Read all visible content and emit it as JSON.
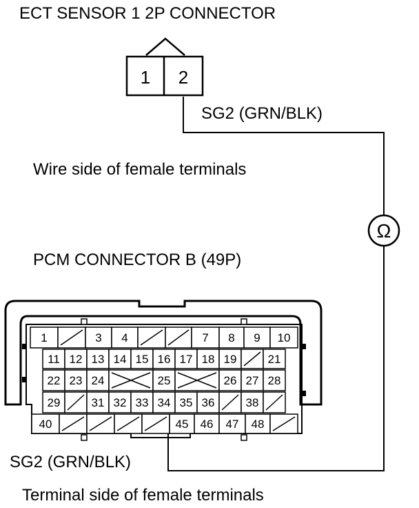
{
  "ect_connector": {
    "title": "ECT SENSOR 1 2P CONNECTOR",
    "pins": [
      "1",
      "2"
    ],
    "wire_label": "SG2 (GRN/BLK)",
    "view_note": "Wire side of female terminals"
  },
  "meter": {
    "symbol": "Ω",
    "icon": "ohmmeter-icon"
  },
  "pcm_connector": {
    "title": "PCM CONNECTOR B (49P)",
    "wire_label": "SG2 (GRN/BLK)",
    "view_note": "Terminal side of female terminals",
    "rows": [
      [
        "1",
        "/",
        "3",
        "4",
        "/",
        "/",
        "7",
        "8",
        "9",
        "10"
      ],
      [
        "11",
        "12",
        "13",
        "14",
        "15",
        "16",
        "17",
        "18",
        "19",
        "/",
        "21"
      ],
      [
        "22",
        "23",
        "24",
        "X",
        "25",
        "X",
        "26",
        "27",
        "28"
      ],
      [
        "29",
        "/",
        "31",
        "32",
        "33",
        "34",
        "35",
        "36",
        "/",
        "38",
        "/"
      ],
      [
        "40",
        "/",
        "/",
        "/",
        "/",
        "45",
        "46",
        "47",
        "48",
        "/"
      ]
    ],
    "probe_terminal": "45"
  }
}
